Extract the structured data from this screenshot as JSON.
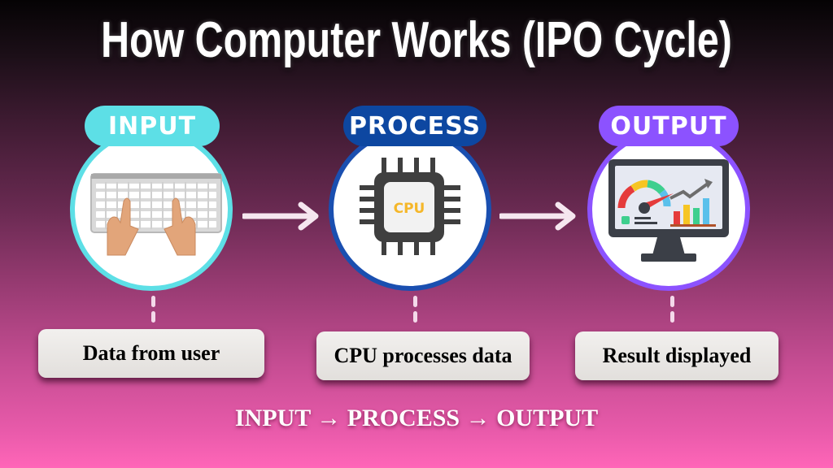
{
  "title": "How Computer Works (IPO Cycle)",
  "stages": [
    {
      "label": "INPUT",
      "description": "Data from user",
      "icon": "keyboard-hands-icon",
      "color": "#5ddfe6",
      "border": "#5ddfe6"
    },
    {
      "label": "PROCESS",
      "description": "CPU processes data",
      "icon": "cpu-chip-icon",
      "chip_text": "CPU",
      "color": "#0d47a1",
      "border": "#1a4fb0"
    },
    {
      "label": "OUTPUT",
      "description": "Result displayed",
      "icon": "monitor-dashboard-icon",
      "color": "#8c52ff",
      "border": "#8c52ff"
    }
  ],
  "flow_text": "INPUT → PROCESS → OUTPUT",
  "colors": {
    "cpu_text": "#f5b72a",
    "arrow": "#f5e6ef"
  }
}
